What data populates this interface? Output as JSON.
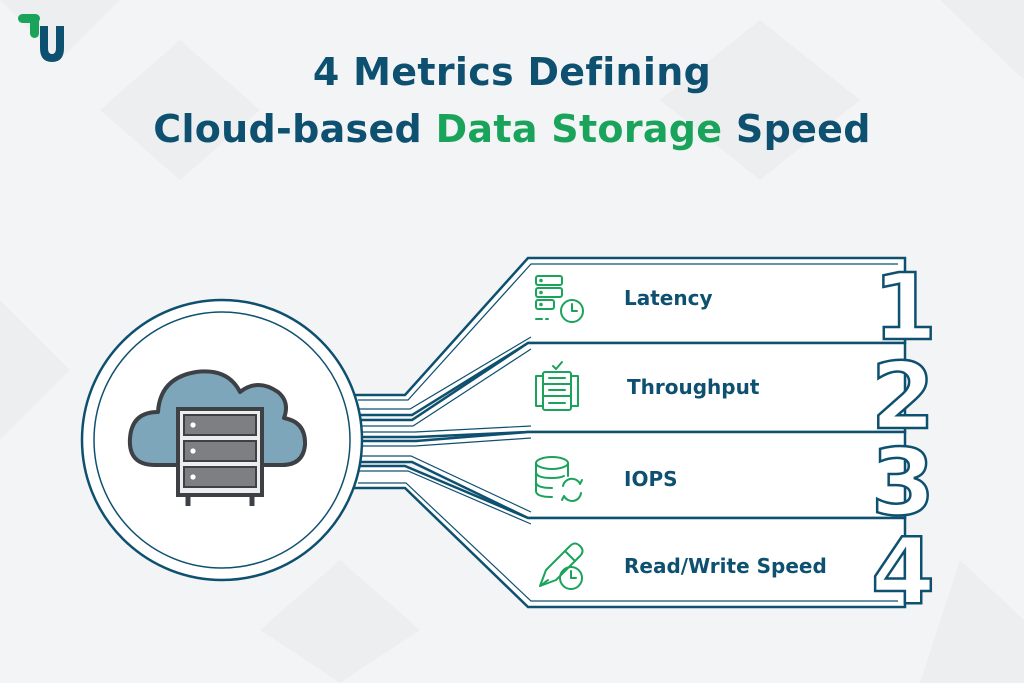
{
  "brand": {
    "logo_icon": "tu-logo-icon",
    "colors": {
      "dark_blue": "#0e5070",
      "green": "#1aa35a",
      "cloud": "#7ea6bb",
      "server": "#5d5f63"
    }
  },
  "title": {
    "line1": "4 Metrics Defining",
    "line2_part1": "Cloud-based ",
    "line2_accent": "Data Storage",
    "line2_part3": " Speed"
  },
  "center_icon": "cloud-server-icon",
  "metrics": [
    {
      "number": "1",
      "label": "Latency",
      "icon": "server-clock-icon"
    },
    {
      "number": "2",
      "label": "Throughput",
      "icon": "server-check-icon"
    },
    {
      "number": "3",
      "label": "IOPS",
      "icon": "database-sync-icon"
    },
    {
      "number": "4",
      "label": "Read/Write Speed",
      "icon": "pen-clock-icon"
    }
  ]
}
